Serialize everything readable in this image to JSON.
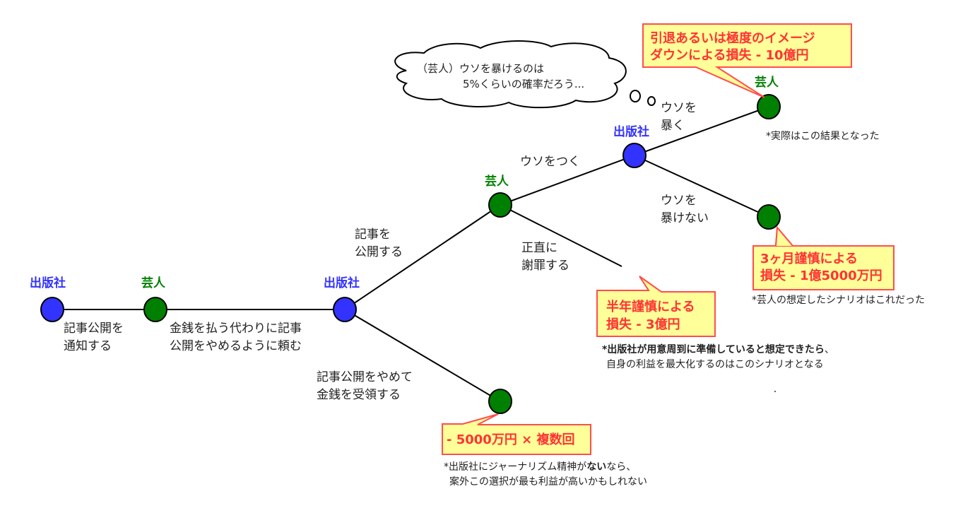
{
  "colors": {
    "publisher": "#3333ff",
    "entertainer": "#008000",
    "callout_fill": "#ffff99",
    "callout_border": "#ff4d4d",
    "callout_text": "#ff3333"
  },
  "players": {
    "publisher": "出版社",
    "entertainer": "芸人"
  },
  "edges": {
    "notify": [
      "記事公開を",
      "通知する"
    ],
    "pay_request": [
      "金銭を払う代わりに記事",
      "公開をやめるように頼む"
    ],
    "publish": [
      "記事を",
      "公開する"
    ],
    "accept_money": [
      "記事公開をやめて",
      "金銭を受領する"
    ],
    "lie": "ウソをつく",
    "apologize": [
      "正直に",
      "謝罪する"
    ],
    "expose": [
      "ウソを",
      "暴く"
    ],
    "not_expose": [
      "ウソを",
      "暴けない"
    ]
  },
  "thought": {
    "line1": "（芸人）ウソを暴けるのは",
    "line2": "5%くらいの確率だろう..."
  },
  "callouts": {
    "retire": [
      "引退あるいは極度のイメージ",
      "ダウンによる損失 - 10億円"
    ],
    "three_months": [
      "3ヶ月謹慎による",
      "損失 - 1億5000万円"
    ],
    "half_year": [
      "半年謹慎による",
      "損失 - 3億円"
    ],
    "money": "- 5000万円 × 複数回"
  },
  "notes": {
    "actual": "*実際はこの結果となった",
    "assumed": "*芸人の想定したシナリオはこれだった",
    "prepared_bold": "*出版社が用意周到に準備していると想定できたら",
    "prepared_tail": "、",
    "prepared_line2": "自身の利益を最大化するのはこのシナリオとなる",
    "journalism_a": "*出版社にジャーナリズム精神が",
    "journalism_bold": "ない",
    "journalism_b": "なら、",
    "journalism_line2": "案外この選択が最も利益が高いかもしれない"
  }
}
